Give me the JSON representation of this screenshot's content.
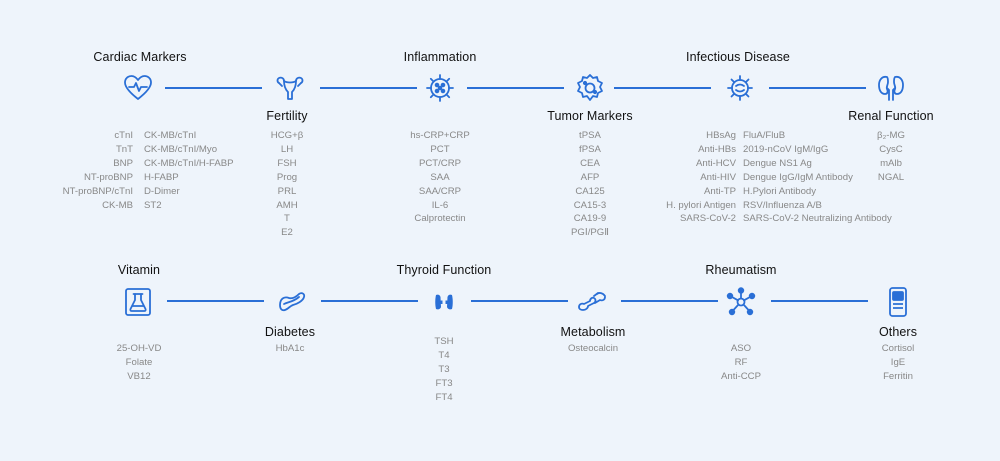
{
  "categories": {
    "cardiac": {
      "title": "Cardiac Markers",
      "icon": "heart-pulse-icon",
      "col_left": [
        "cTnI",
        "TnT",
        "BNP",
        "NT-proBNP",
        "NT-proBNP/cTnI",
        "CK-MB"
      ],
      "col_right": [
        "CK-MB/cTnI",
        "CK-MB/cTnI/Myo",
        "CK-MB/cTnI/H-FABP",
        "H-FABP",
        "D-Dimer",
        "ST2"
      ]
    },
    "fertility": {
      "title": "Fertility",
      "icon": "uterus-icon",
      "items": [
        "HCG+β",
        "LH",
        "FSH",
        "Prog",
        "PRL",
        "AMH",
        "T",
        "E2"
      ]
    },
    "inflammation": {
      "title": "Inflammation",
      "icon": "virus-cell-icon",
      "items": [
        "hs-CRP+CRP",
        "PCT",
        "PCT/CRP",
        "SAA",
        "SAA/CRP",
        "IL-6",
        "Calprotectin"
      ]
    },
    "tumor": {
      "title": "Tumor Markers",
      "icon": "tumor-cell-icon",
      "items": [
        "tPSA",
        "fPSA",
        "CEA",
        "AFP",
        "CA125",
        "CA15-3",
        "CA19-9",
        "PGⅠ/PGⅡ"
      ]
    },
    "infectious": {
      "title": "Infectious Disease",
      "icon": "bacteria-icon",
      "col_left": [
        "HBsAg",
        "Anti-HBs",
        "Anti-HCV",
        "Anti-HIV",
        "Anti-TP",
        "H. pylori Antigen",
        "SARS-CoV-2"
      ],
      "col_right": [
        "FluA/FluB",
        "2019-nCoV IgM/IgG",
        "Dengue NS1 Ag",
        "Dengue IgG/IgM Antibody",
        "H.Pylori Antibody",
        "RSV/Influenza A/B",
        "SARS-CoV-2 Neutralizing Antibody"
      ]
    },
    "renal": {
      "title": "Renal Function",
      "icon": "kidney-icon",
      "items": [
        "β₂-MG",
        "CysC",
        "mAlb",
        "NGAL"
      ]
    },
    "vitamin": {
      "title": "Vitamin",
      "icon": "flask-icon",
      "items": [
        "25-OH-VD",
        "Folate",
        "VB12"
      ]
    },
    "diabetes": {
      "title": "Diabetes",
      "icon": "pancreas-icon",
      "items": [
        "HbA1c"
      ]
    },
    "thyroid": {
      "title": "Thyroid Function",
      "icon": "thyroid-icon",
      "items": [
        "TSH",
        "T4",
        "T3",
        "FT3",
        "FT4"
      ]
    },
    "metabolism": {
      "title": "Metabolism",
      "icon": "bone-joint-icon",
      "items": [
        "Osteocalcin"
      ]
    },
    "rheumatism": {
      "title": "Rheumatism",
      "icon": "molecule-network-icon",
      "items": [
        "ASO",
        "RF",
        "Anti-CCP"
      ]
    },
    "others": {
      "title": "Others",
      "icon": "test-device-icon",
      "items": [
        "Cortisol",
        "IgE",
        "Ferritin"
      ]
    }
  },
  "colors": {
    "accent": "#2a6fd6",
    "title": "#111111",
    "item": "#888888",
    "background": "#eef4fb"
  }
}
